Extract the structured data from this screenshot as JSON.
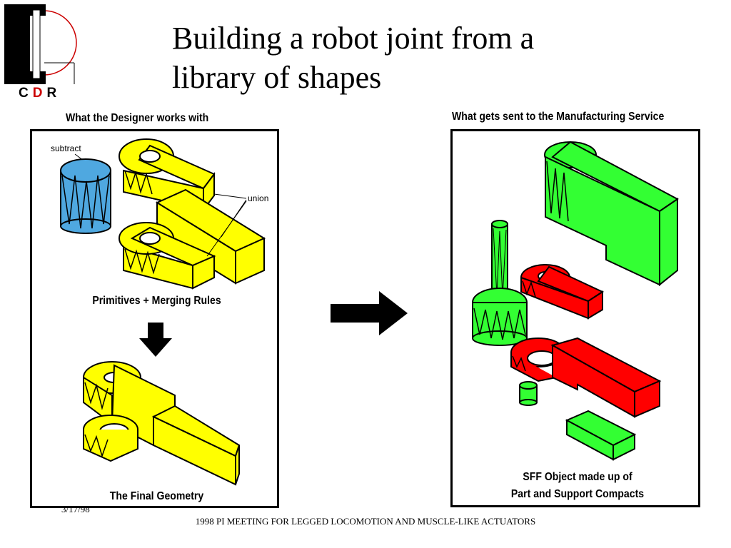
{
  "logo": {
    "letter_c": "C",
    "letter_d": "D",
    "letter_r": "R"
  },
  "title": {
    "line1": "Building a robot joint from a",
    "line2": "library of shapes"
  },
  "left_panel": {
    "caption": "What the Designer works with",
    "annotation_subtract": "subtract",
    "annotation_union": "union",
    "middle_label": "Primitives + Merging Rules",
    "bottom_label": "The Final Geometry"
  },
  "right_panel": {
    "caption": "What gets sent to the Manufacturing Service",
    "label_line1": "SFF Object made up of",
    "label_line2": "Part and Support Compacts"
  },
  "footer": {
    "date": "3/17/98",
    "meeting": "1998 PI MEETING FOR LEGGED LOCOMOTION AND MUSCLE-LIKE ACTUATORS"
  },
  "colors": {
    "yellow": "#ffff00",
    "blue": "#4fa8e0",
    "green": "#33ff33",
    "red": "#ff0000",
    "logo_red": "#cc0000"
  }
}
